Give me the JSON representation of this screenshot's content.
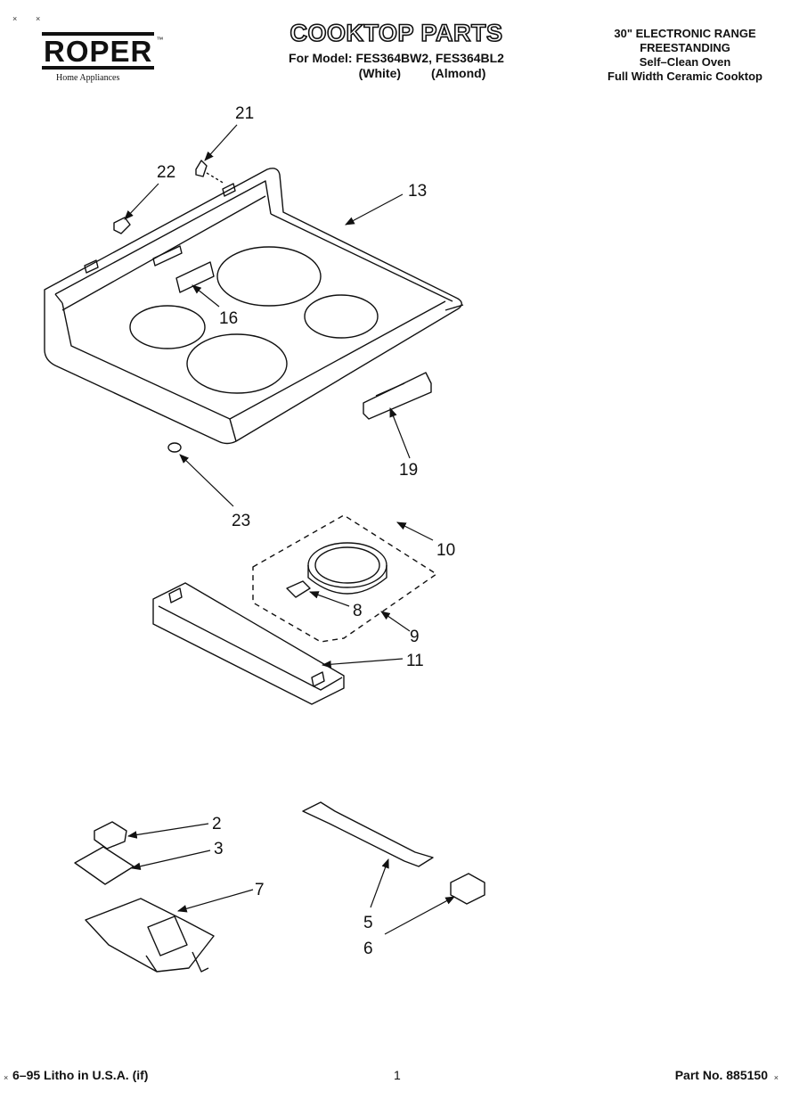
{
  "header": {
    "brand": "ROPER",
    "brand_mark": "™",
    "brand_tagline": "Home Appliances",
    "title": "COOKTOP PARTS",
    "model_line": "For Model: FES364BW2, FES364BL2",
    "color_white": "(White)",
    "color_almond": "(Almond)",
    "spec_lines": [
      "30\" ELECTRONIC RANGE",
      "FREESTANDING",
      "Self–Clean Oven",
      "Full Width Ceramic Cooktop"
    ]
  },
  "corner_marks": [
    "×",
    "×"
  ],
  "callouts": [
    "21",
    "22",
    "13",
    "16",
    "19",
    "23",
    "10",
    "8",
    "9",
    "11",
    "2",
    "3",
    "7",
    "5",
    "6"
  ],
  "footer": {
    "left": "6–95 Litho in U.S.A. (if)",
    "center": "1",
    "right": "Part No. 885150",
    "mark_left": "×",
    "mark_right": "×"
  }
}
